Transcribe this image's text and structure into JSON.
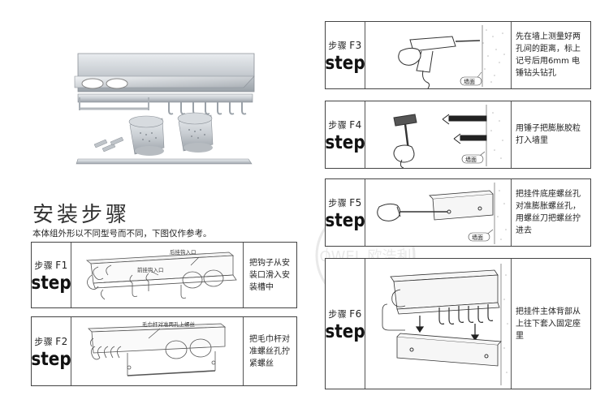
{
  "header": {
    "title": "安装步骤",
    "subtitle": "本体组外形以不同型号而不同，下图仅作参考。"
  },
  "steps": {
    "f1": {
      "prefix": "步骤",
      "code": "F1",
      "step_word": "step",
      "desc": "把钩子从安装口滑入安装槽中",
      "callout_a": "后挂钩入口",
      "callout_b": "前挂钩入口"
    },
    "f2": {
      "prefix": "步骤",
      "code": "F2",
      "step_word": "step",
      "desc": "把毛巾杆对准螺丝孔拧紧螺丝",
      "callout_a": "毛巾杆对准两孔上螺丝"
    },
    "f3": {
      "prefix": "步骤",
      "code": "F3",
      "step_word": "step",
      "desc": "先在墙上测量好两孔间的距离，标上记号后用6mm 电锤钻头钻孔",
      "wall_label": "墙面"
    },
    "f4": {
      "prefix": "步骤",
      "code": "F4",
      "step_word": "step",
      "desc": "用锤子把膨胀胶粒打入墙里",
      "wall_label": "墙面"
    },
    "f5": {
      "prefix": "步骤",
      "code": "F5",
      "step_word": "step",
      "desc": "把挂件底座螺丝孔对准膨胀螺丝孔，用螺丝刀把螺丝拧进去",
      "wall_label": "墙面"
    },
    "f6": {
      "prefix": "步骤",
      "code": "F6",
      "step_word": "step",
      "desc": "把挂件主体背部从上往下套入固定座里"
    }
  },
  "watermark": "QWEL 欧浩利"
}
